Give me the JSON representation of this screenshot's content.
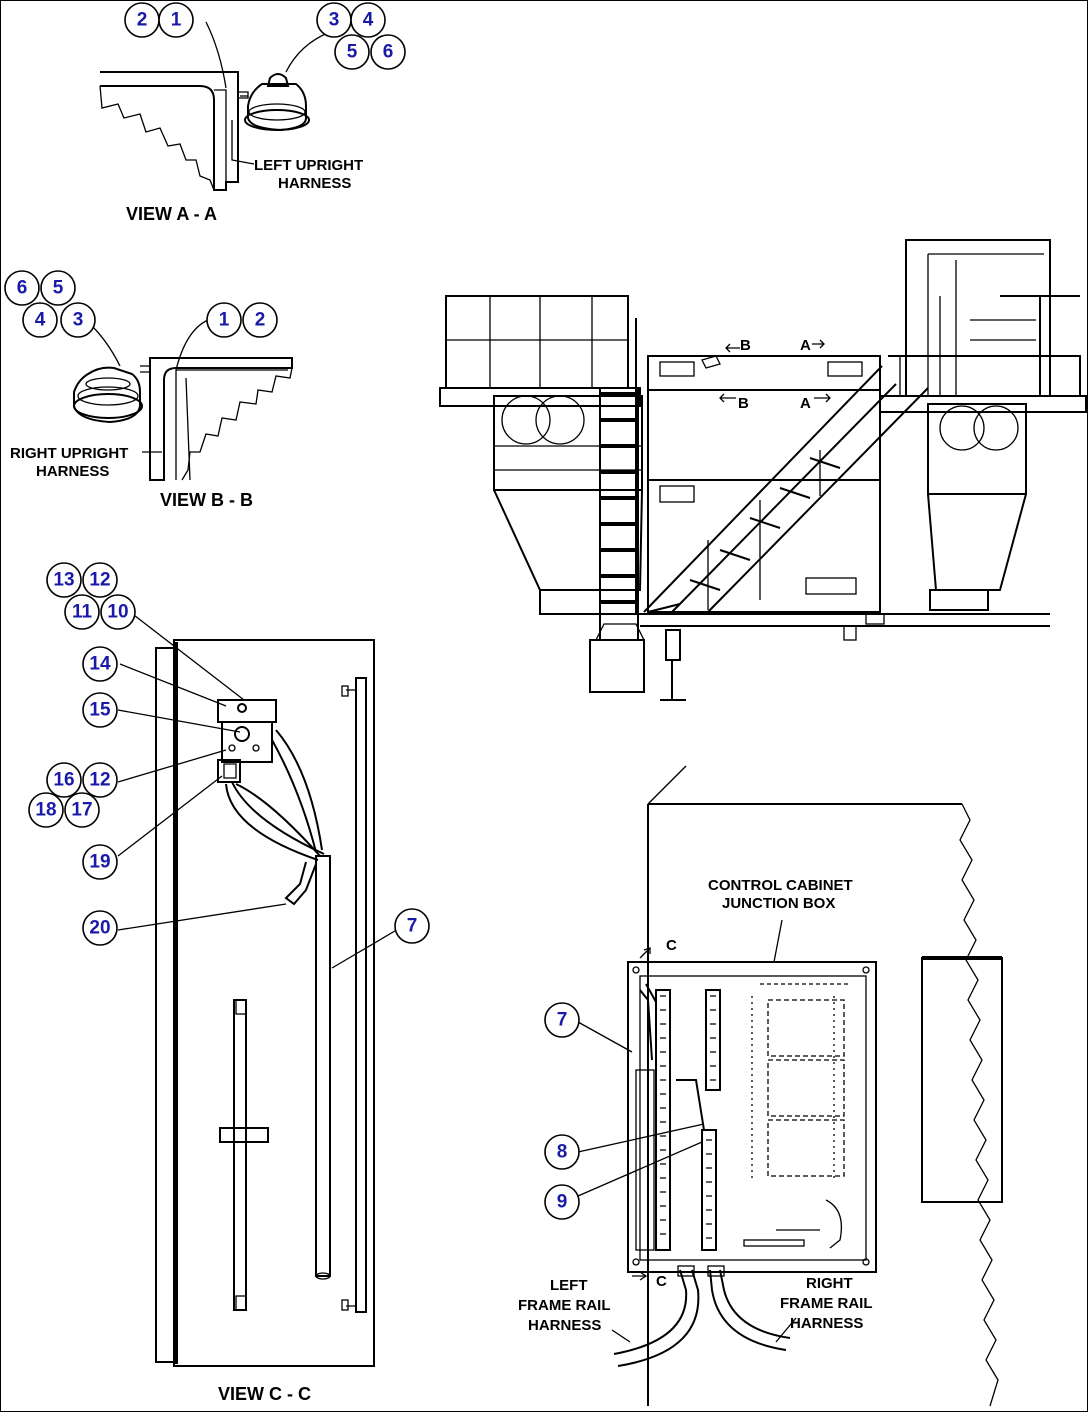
{
  "views": {
    "aa": "VIEW A - A",
    "bb": "VIEW B - B",
    "cc": "VIEW C - C"
  },
  "labels": {
    "left_upright_1": "LEFT UPRIGHT",
    "left_upright_2": "HARNESS",
    "right_upright_1": "RIGHT UPRIGHT",
    "right_upright_2": "HARNESS",
    "control_cabinet_1": "CONTROL CABINET",
    "control_cabinet_2": "JUNCTION BOX",
    "left_frame_1": "LEFT",
    "left_frame_2": "FRAME RAIL",
    "left_frame_3": "HARNESS",
    "right_frame_1": "RIGHT",
    "right_frame_2": "FRAME RAIL",
    "right_frame_3": "HARNESS"
  },
  "section_markers": {
    "a_top": "A",
    "b_top": "B",
    "a_mid": "A",
    "b_mid": "B",
    "c_top": "C",
    "c_bot": "C"
  },
  "callouts": {
    "aa": [
      "2",
      "1",
      "3",
      "4",
      "5",
      "6"
    ],
    "bb": [
      "6",
      "5",
      "4",
      "3",
      "1",
      "2"
    ],
    "cc": [
      "13",
      "12",
      "11",
      "10",
      "14",
      "15",
      "16",
      "12",
      "18",
      "17",
      "19",
      "20",
      "7"
    ],
    "jb": [
      "7",
      "8",
      "9"
    ]
  },
  "colors": {
    "callout_text": "#1a1aa8",
    "line": "#000000"
  }
}
